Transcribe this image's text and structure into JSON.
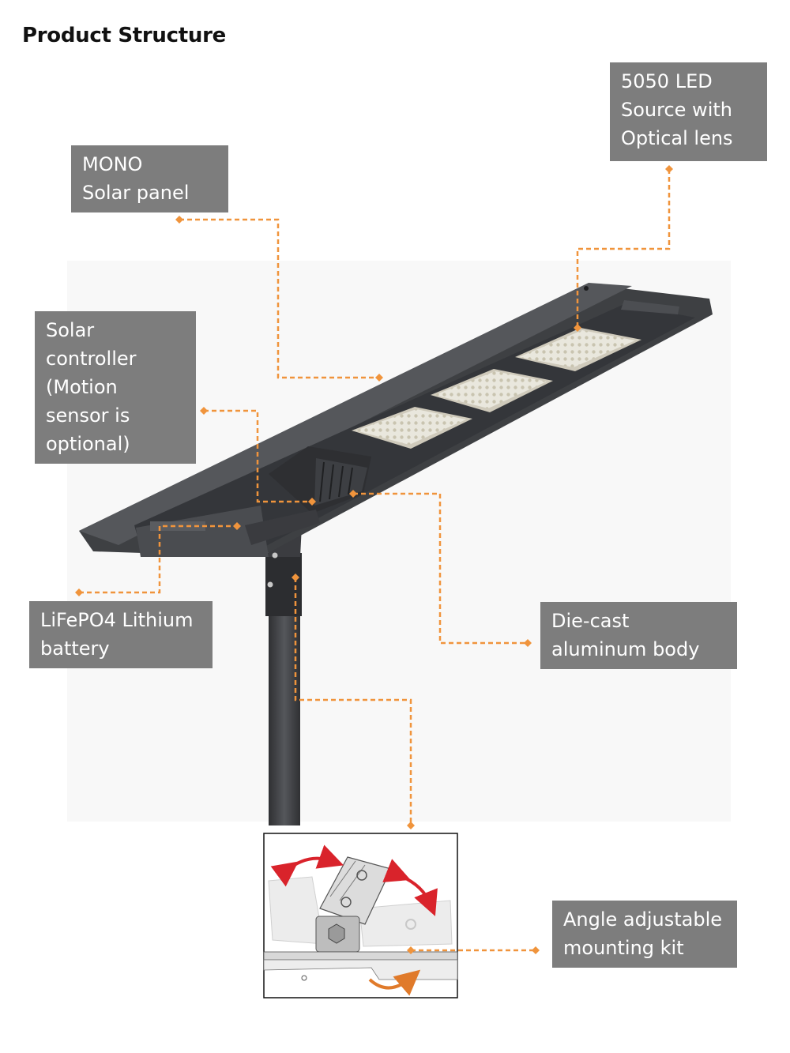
{
  "title": "Product Structure",
  "colors": {
    "label_bg": "#7d7d7d",
    "label_text": "#ffffff",
    "leader_line": "#f0943c",
    "housing": "#47494c",
    "led_panel": "#e9e7dd",
    "arrow": "#d9232b"
  },
  "labels": {
    "led_source": [
      "5050 LED",
      "Source with",
      "Optical lens"
    ],
    "solar_panel": [
      "MONO",
      "Solar panel"
    ],
    "solar_controller": [
      "Solar",
      "controller",
      "(Motion",
      "sensor is",
      "optional)"
    ],
    "battery": [
      "LiFePO4 Lithium",
      "battery"
    ],
    "body": [
      "Die-cast",
      "aluminum body"
    ],
    "mounting_kit": [
      "Angle adjustable",
      "mounting kit"
    ]
  }
}
